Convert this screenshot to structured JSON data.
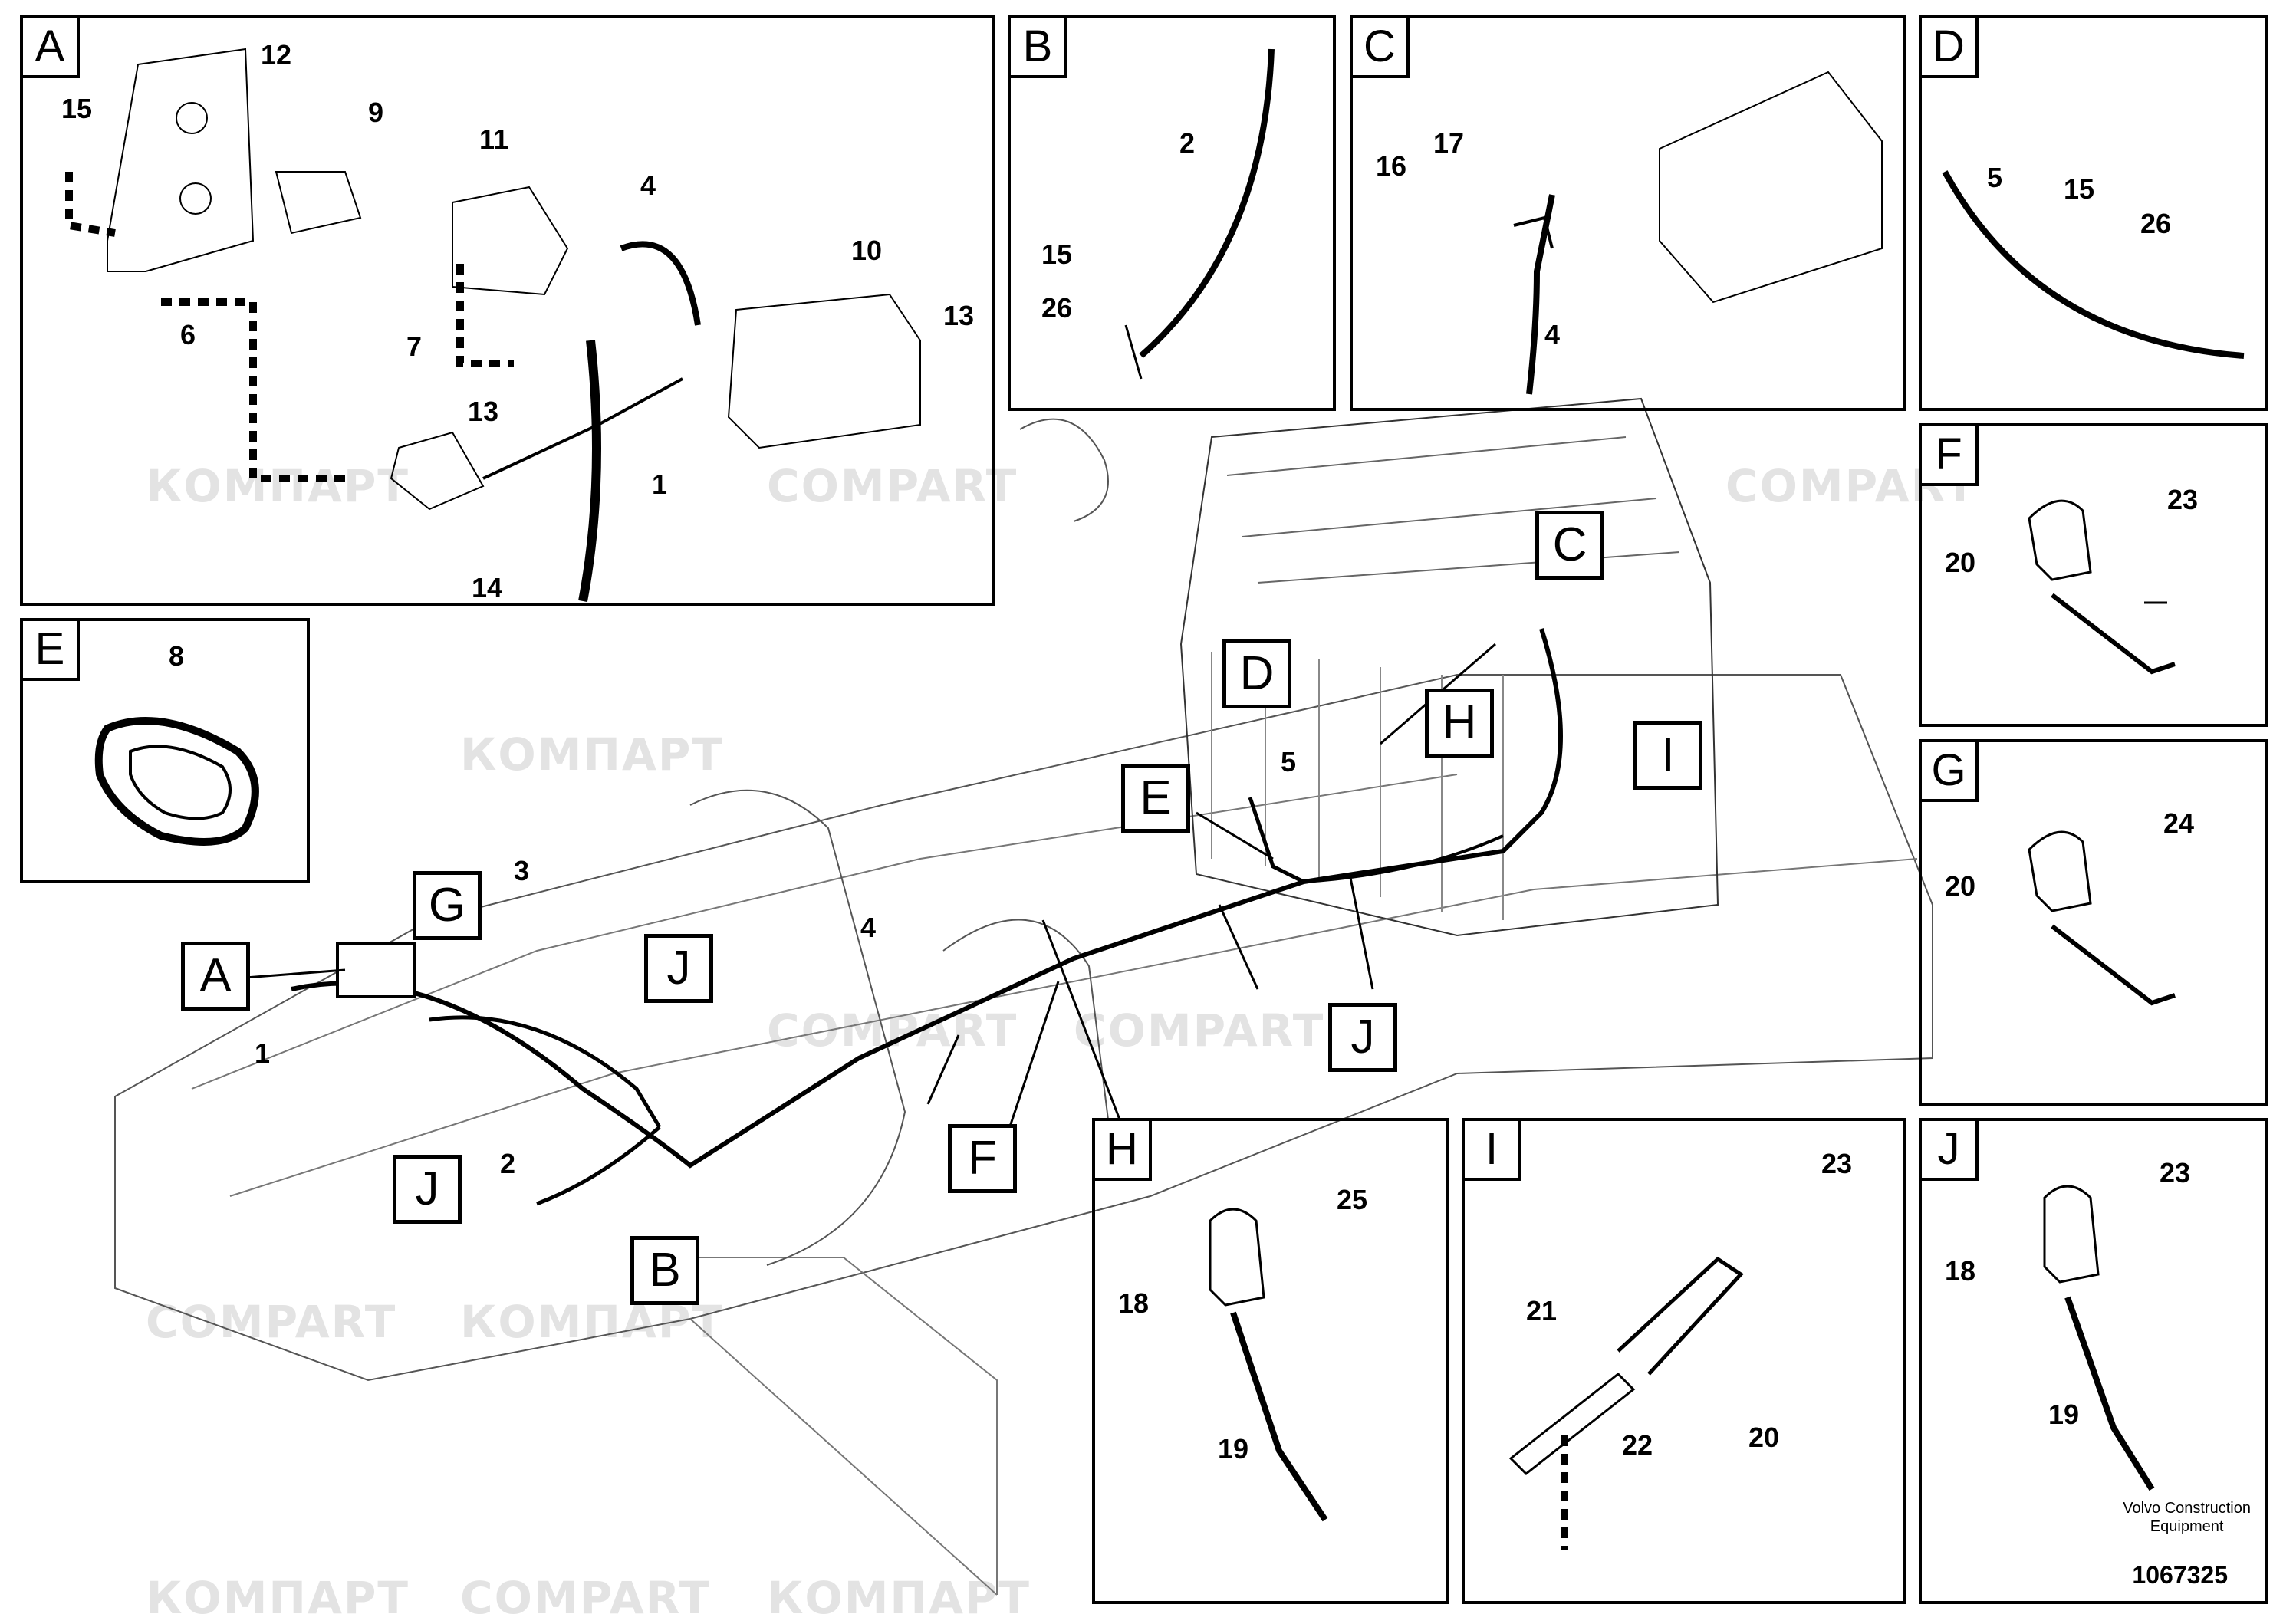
{
  "watermarks": [
    "КОМПАРТ",
    "COMPART"
  ],
  "panels": [
    {
      "tag": "A",
      "parts": [
        "15",
        "12",
        "9",
        "11",
        "4",
        "10",
        "13",
        "6",
        "7",
        "13",
        "1",
        "14"
      ]
    },
    {
      "tag": "B",
      "parts": [
        "2",
        "15",
        "26"
      ]
    },
    {
      "tag": "C",
      "parts": [
        "16",
        "17",
        "4"
      ]
    },
    {
      "tag": "D",
      "parts": [
        "5",
        "15",
        "26"
      ]
    },
    {
      "tag": "E",
      "parts": [
        "8"
      ]
    },
    {
      "tag": "F",
      "parts": [
        "23",
        "20"
      ]
    },
    {
      "tag": "G",
      "parts": [
        "24",
        "20"
      ]
    },
    {
      "tag": "H",
      "parts": [
        "25",
        "18",
        "19"
      ]
    },
    {
      "tag": "I",
      "parts": [
        "23",
        "21",
        "20",
        "22"
      ]
    },
    {
      "tag": "J",
      "parts": [
        "23",
        "18",
        "19"
      ]
    }
  ],
  "main_callouts": [
    "A",
    "B",
    "C",
    "D",
    "E",
    "F",
    "G",
    "H",
    "I",
    "J",
    "J",
    "J"
  ],
  "main_parts": [
    "1",
    "2",
    "3",
    "4",
    "5"
  ],
  "credit": {
    "line1": "Volvo Construction",
    "line2": "Equipment"
  },
  "doc_number": "1067325"
}
